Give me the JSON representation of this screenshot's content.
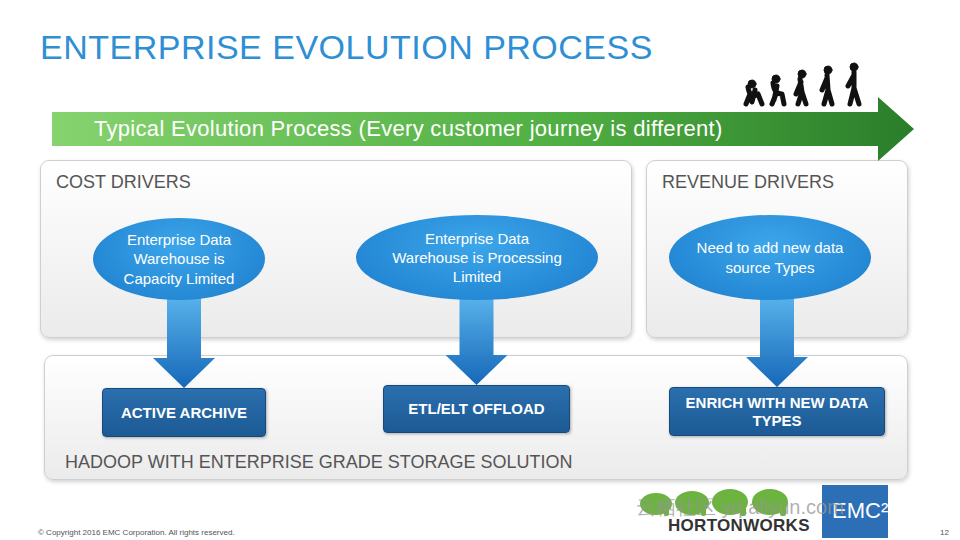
{
  "diagram": {
    "title": "ENTERPRISE EVOLUTION PROCESS",
    "nodes": [
      {
        "text": [
          "Typical Evolution Process (Every customer journey is different)"
        ]
      },
      {
        "text": [
          "COST DRIVERS"
        ]
      },
      {
        "text": [
          "Enterprise Data Warehouse is Capacity Limited"
        ],
        "in": 1
      },
      {
        "text": [
          "Enterprise Data Warehouse is Processing Limited"
        ],
        "in": 1
      },
      {
        "text": [
          "REVENUE DRIVERS"
        ]
      },
      {
        "text": [
          "Need to add new data source Types"
        ],
        "in": 4
      },
      {
        "text": [
          "HADOOP WITH ENTERPRISE GRADE STORAGE SOLUTION"
        ]
      },
      {
        "text": [
          "ACTIVE ARCHIVE"
        ],
        "in": 6
      },
      {
        "text": [
          "ETL/ELT OFFLOAD"
        ],
        "in": 6
      },
      {
        "text": [
          "ENRICH WITH NEW DATA TYPES"
        ],
        "in": 6
      }
    ],
    "edges": [
      {
        "from": 2,
        "to": 7,
        "arrow": "to"
      },
      {
        "from": 3,
        "to": 8,
        "arrow": "to"
      },
      {
        "from": 5,
        "to": 9,
        "arrow": "to"
      }
    ],
    "labels": [
      "© Copyright 2016 EMC Corporation. All rights reserved.",
      "12",
      "HORTONWORKS",
      "EMC²",
      "云栖社区 yq.aliyun.com"
    ]
  }
}
